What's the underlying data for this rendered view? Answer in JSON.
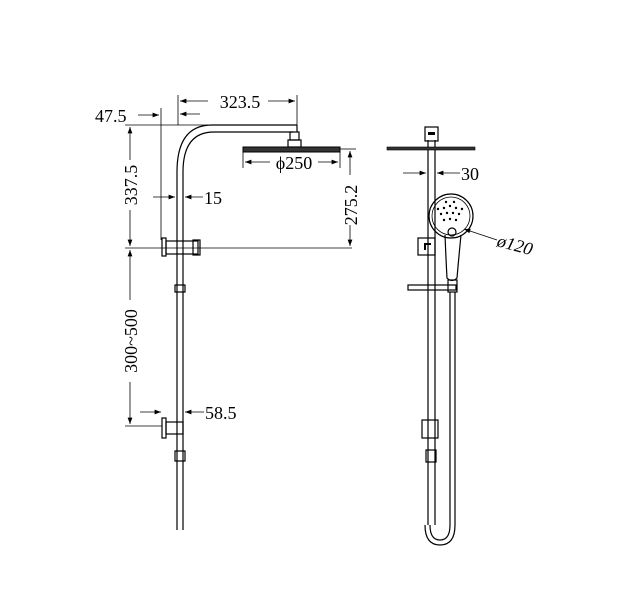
{
  "drawing": {
    "side_view": {
      "dim_arm_length": "323.5",
      "dim_wall_offset": "47.5",
      "dim_upper_height": "337.5",
      "dim_pipe_diameter": "15",
      "dim_head_diameter": "ϕ250",
      "dim_head_height": "275.2",
      "dim_adjustable_range": "300~500",
      "dim_bracket_offset": "58.5"
    },
    "front_view": {
      "dim_rail_width": "30",
      "dim_handshower_diameter": "ø120"
    }
  }
}
